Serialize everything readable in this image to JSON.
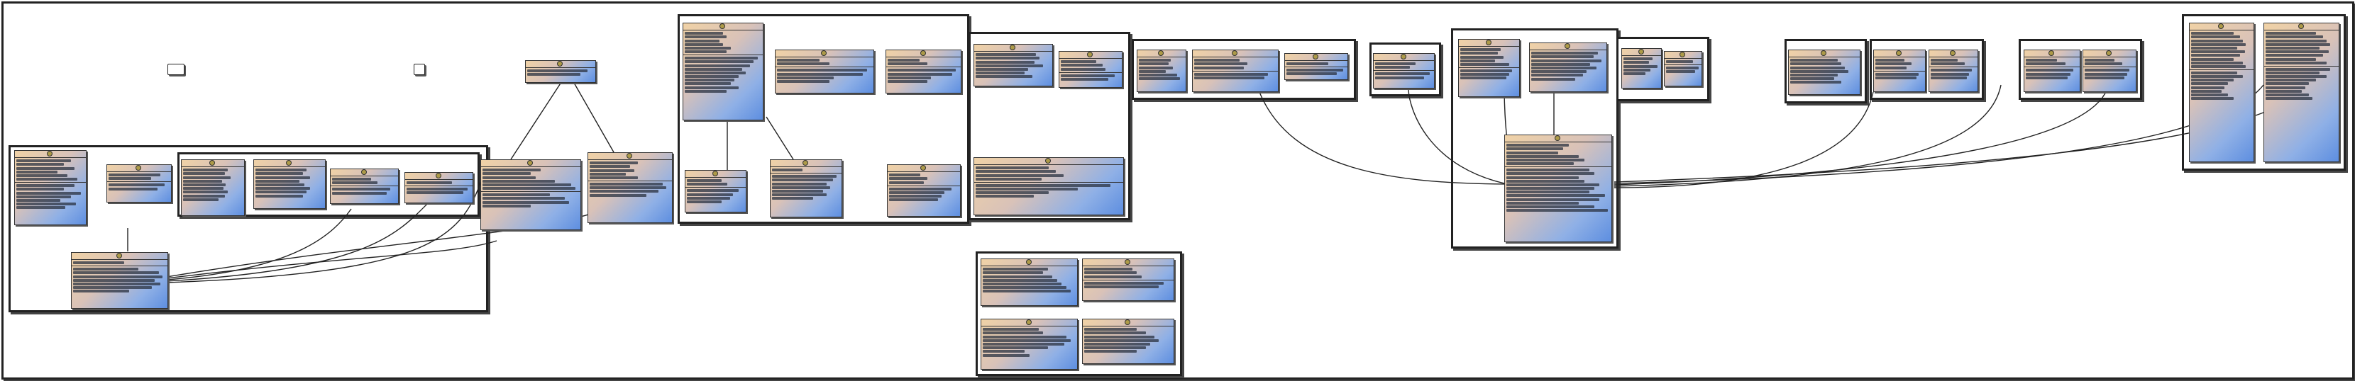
{
  "diagram": {
    "root_title": "",
    "notes": [
      {
        "id": "n1",
        "label": ""
      },
      {
        "id": "n2",
        "label": ""
      }
    ],
    "packages": [
      {
        "id": "p-root",
        "title": ""
      },
      {
        "id": "p-left",
        "title": ""
      },
      {
        "id": "p-left-inner",
        "title": ""
      },
      {
        "id": "p-top",
        "title": ""
      },
      {
        "id": "p-mid",
        "title": ""
      },
      {
        "id": "p-bottom",
        "title": ""
      },
      {
        "id": "p-a",
        "title": ""
      },
      {
        "id": "p-b",
        "title": ""
      },
      {
        "id": "p-c",
        "title": ""
      },
      {
        "id": "p-d",
        "title": ""
      },
      {
        "id": "p-e",
        "title": ""
      },
      {
        "id": "p-f",
        "title": ""
      },
      {
        "id": "p-g",
        "title": ""
      },
      {
        "id": "p-h",
        "title": ""
      }
    ]
  },
  "colors": {
    "class_gradient_start": "#f0d2a6",
    "class_gradient_end": "#5d8ee0",
    "class_icon": "#ad9a48",
    "border": "#222222"
  }
}
